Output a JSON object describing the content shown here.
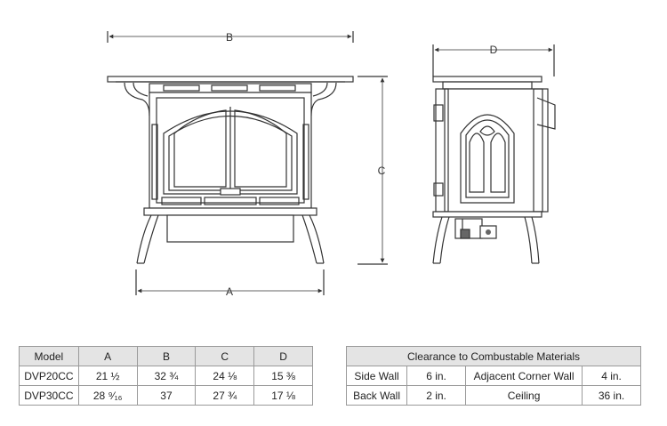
{
  "dimension_labels": {
    "b": "B",
    "c": "C",
    "a": "A",
    "d": "D"
  },
  "dimensions_table": {
    "headers": [
      "Model",
      "A",
      "B",
      "C",
      "D"
    ],
    "rows": [
      [
        "DVP20CC",
        "21 ½",
        "32 ¾",
        "24 ⅛",
        "15 ⅜"
      ],
      [
        "DVP30CC",
        "28 ⁹⁄₁₆",
        "37",
        "27 ¾",
        "17 ⅛"
      ]
    ]
  },
  "clearance_table": {
    "title": "Clearance to Combustable Materials",
    "rows": [
      [
        "Side Wall",
        "6 in.",
        "Adjacent Corner Wall",
        "4 in."
      ],
      [
        "Back Wall",
        "2 in.",
        "Ceiling",
        "36 in."
      ]
    ]
  }
}
